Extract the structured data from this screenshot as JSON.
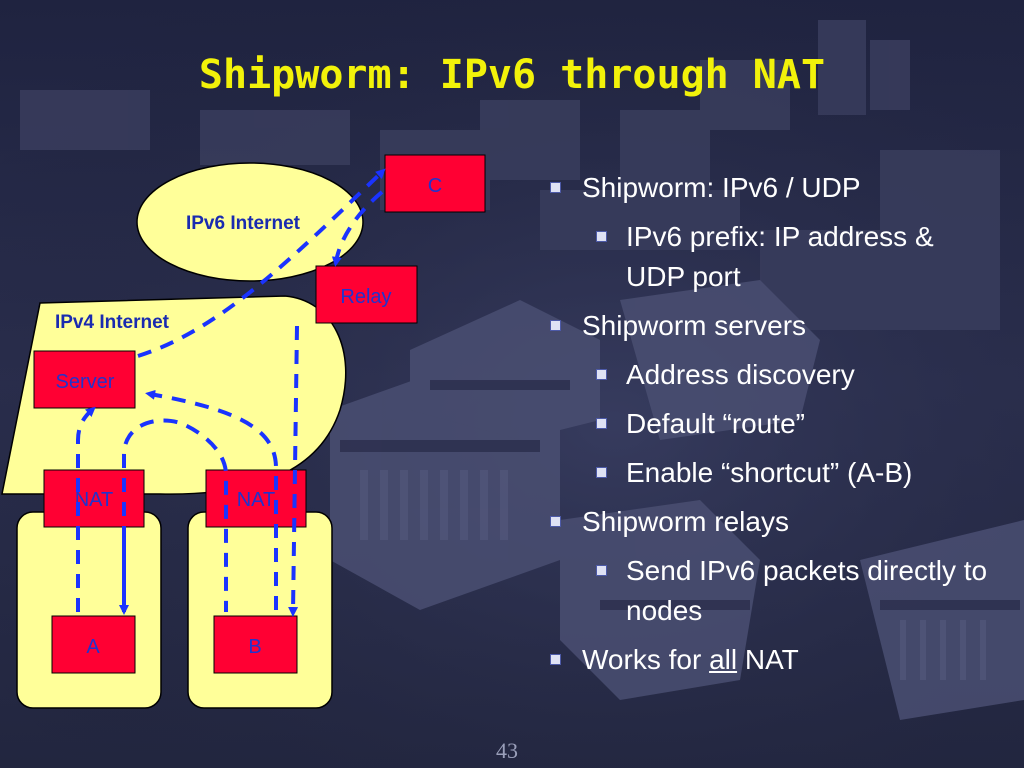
{
  "title": "Shipworm: IPv6 through NAT",
  "page_number": "43",
  "diagram": {
    "ipv6_internet_label": "IPv6 Internet",
    "ipv4_internet_label": "IPv4 Internet",
    "node_c": "C",
    "node_relay": "Relay",
    "node_server": "Server",
    "node_nat_left": "NAT",
    "node_nat_right": "NAT",
    "node_a": "A",
    "node_b": "B"
  },
  "bullets": [
    {
      "level": 1,
      "text": "Shipworm: IPv6 / UDP"
    },
    {
      "level": 2,
      "text": "IPv6 prefix: IP address & UDP port"
    },
    {
      "level": 1,
      "text": "Shipworm servers"
    },
    {
      "level": 2,
      "text": "Address discovery"
    },
    {
      "level": 2,
      "text": "Default “route”"
    },
    {
      "level": 2,
      "text": "Enable “shortcut” (A-B)"
    },
    {
      "level": 1,
      "text": "Shipworm relays"
    },
    {
      "level": 2,
      "text": "Send IPv6 packets directly to nodes"
    },
    {
      "level": 1,
      "text_before": "Works for ",
      "text_underlined": "all",
      "text_after": " NAT"
    }
  ],
  "colors": {
    "title": "#f2f20a",
    "cloud_fill": "#ffff99",
    "node_fill": "#ff0033",
    "node_text": "#2233cc",
    "arrow": "#1a33ff",
    "bullet_text": "#ffffff"
  }
}
